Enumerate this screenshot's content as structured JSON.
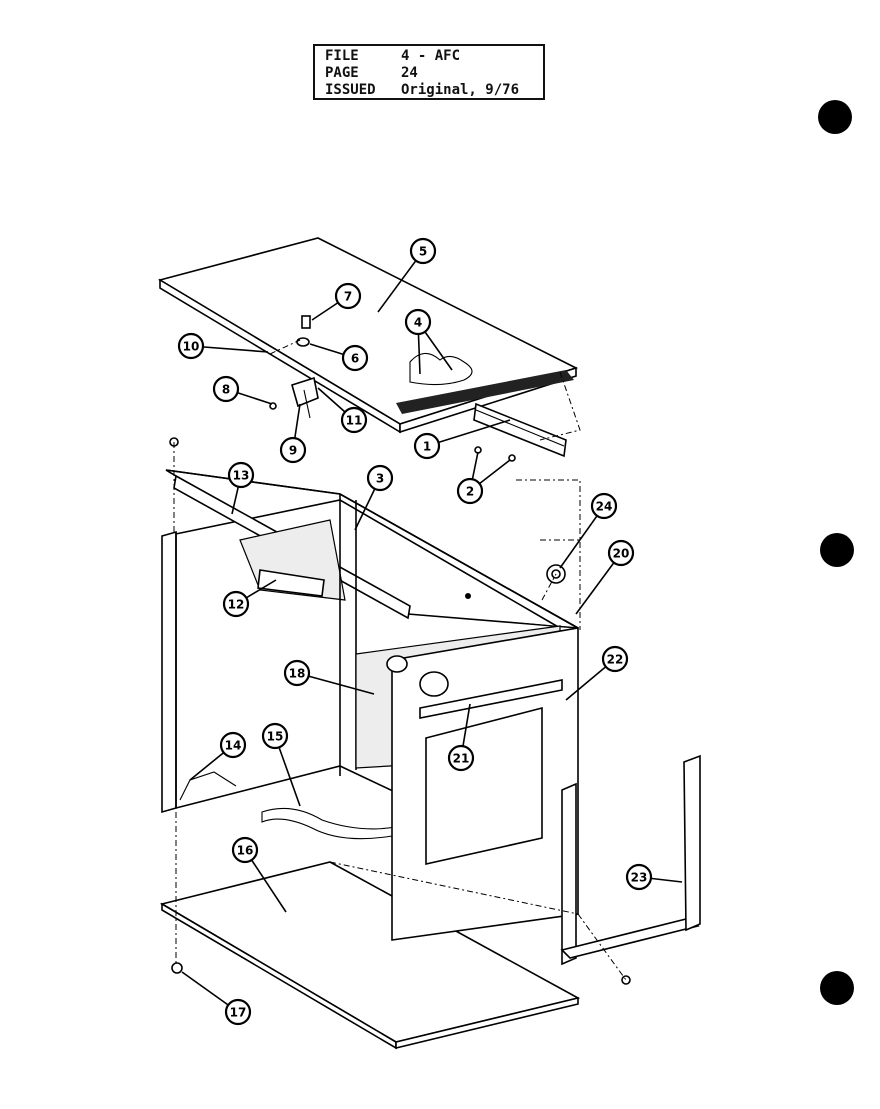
{
  "info": {
    "file_label": "FILE",
    "file_value": "4 - AFC",
    "page_label": "PAGE",
    "page_value": "24",
    "issued_label": "ISSUED",
    "issued_value": "Original, 9/76"
  },
  "callouts": [
    "1",
    "2",
    "3",
    "4",
    "5",
    "6",
    "7",
    "8",
    "9",
    "10",
    "11",
    "12",
    "13",
    "14",
    "15",
    "16",
    "17",
    "18",
    "20",
    "21",
    "22",
    "23",
    "24"
  ],
  "colors": {
    "ink": "#000000",
    "paper": "#ffffff"
  }
}
